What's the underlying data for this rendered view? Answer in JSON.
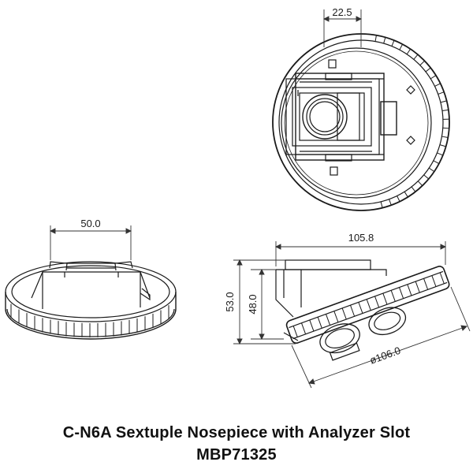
{
  "dimensions": {
    "top_width": "22.5",
    "left_width": "50.0",
    "side_overall_width": "105.8",
    "side_overall_height": "53.0",
    "side_inner_height": "48.0",
    "side_diameter": "ø106.0"
  },
  "caption": {
    "title": "C-N6A Sextuple Nosepiece with Analyzer Slot",
    "part_number": "MBP71325"
  },
  "colors": {
    "line": "#1a1a1a",
    "dimension": "#333333",
    "background": "#ffffff"
  }
}
